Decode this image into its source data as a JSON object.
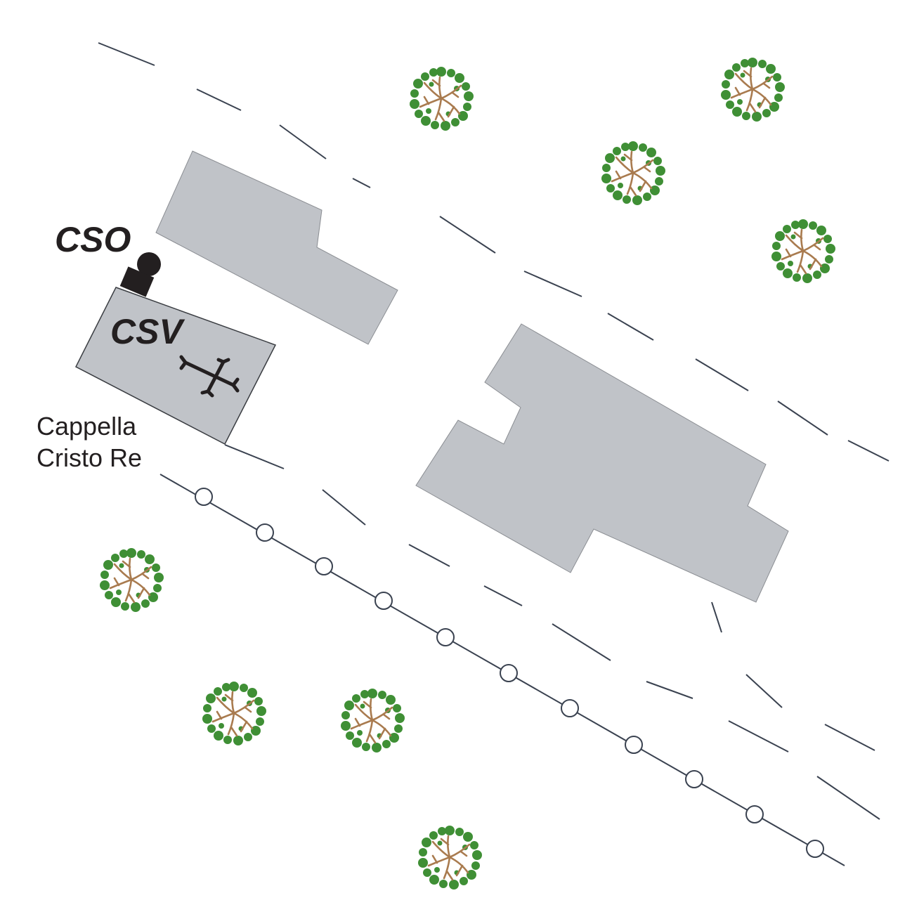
{
  "labels": {
    "cso": "CSO",
    "csv": "CSV",
    "chapel_line1": "Cappella",
    "chapel_line2": "Cristo Re"
  },
  "colors": {
    "building": "#c0c3c8",
    "building_edge": "#8a8d92",
    "line": "#3a4250",
    "marker": "#231f20",
    "tree_leaf": "#3f8f35",
    "tree_branch": "#a97b4f"
  },
  "icons": {
    "cso_marker": "filled-circle",
    "csv_marker": "filled-square",
    "chapel_symbol": "cross-icon",
    "tree_symbol": "tree-icon",
    "pole_symbol": "circle-marker"
  }
}
